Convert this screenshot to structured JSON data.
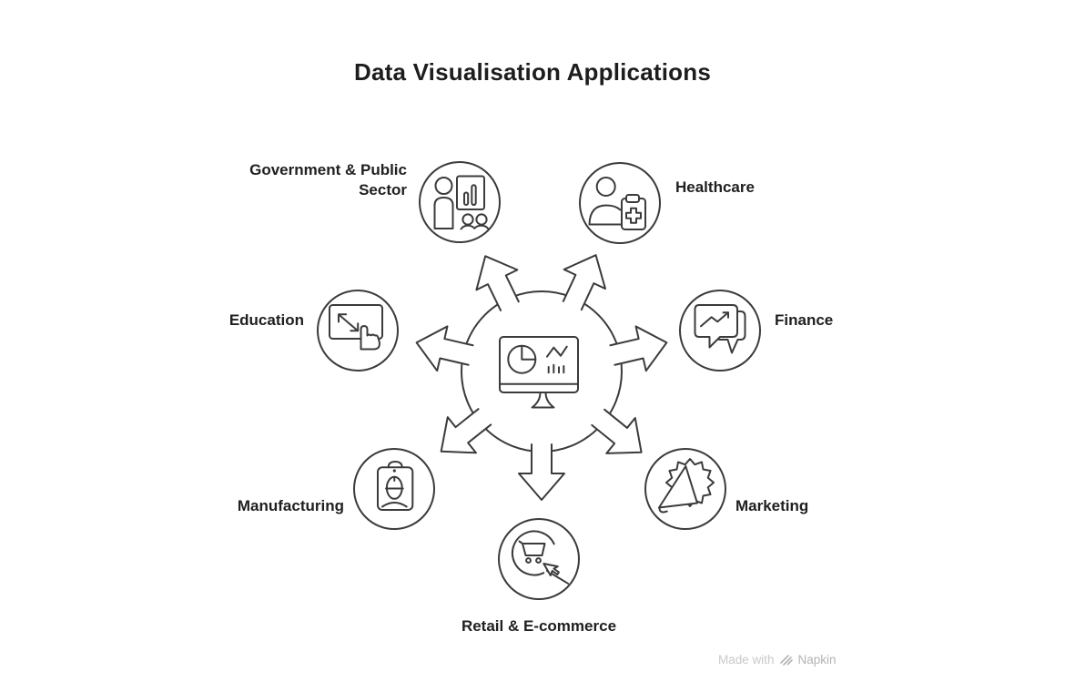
{
  "title": "Data Visualisation Applications",
  "center": {
    "name": "data-visualisation-hub",
    "icon": "dashboard-monitor-icon",
    "spoke_count": 7
  },
  "nodes": [
    {
      "id": "government",
      "label": "Government & Public Sector",
      "icon": "presentation-audience-icon",
      "position": "top-left"
    },
    {
      "id": "healthcare",
      "label": "Healthcare",
      "icon": "medical-clipboard-person-icon",
      "position": "top-right"
    },
    {
      "id": "education",
      "label": "Education",
      "icon": "touchscreen-board-icon",
      "position": "left"
    },
    {
      "id": "finance",
      "label": "Finance",
      "icon": "chat-trend-chart-icon",
      "position": "right"
    },
    {
      "id": "manufacturing",
      "label": "Manufacturing",
      "icon": "worker-badge-icon",
      "position": "bottom-left"
    },
    {
      "id": "marketing",
      "label": "Marketing",
      "icon": "megaphone-burst-icon",
      "position": "bottom-right"
    },
    {
      "id": "retail",
      "label": "Retail & E-commerce",
      "icon": "shopping-cart-cursor-icon",
      "position": "bottom"
    }
  ],
  "watermark": {
    "made_with": "Made with",
    "brand": "Napkin",
    "icon": "napkin-logo-icon"
  },
  "colors": {
    "background": "#ffffff",
    "stroke": "#3b3b3b",
    "title_text": "#1d1d1d",
    "label_text": "#202020",
    "watermark_text": "#c9c9c9",
    "watermark_brand": "#b3b3b3"
  }
}
